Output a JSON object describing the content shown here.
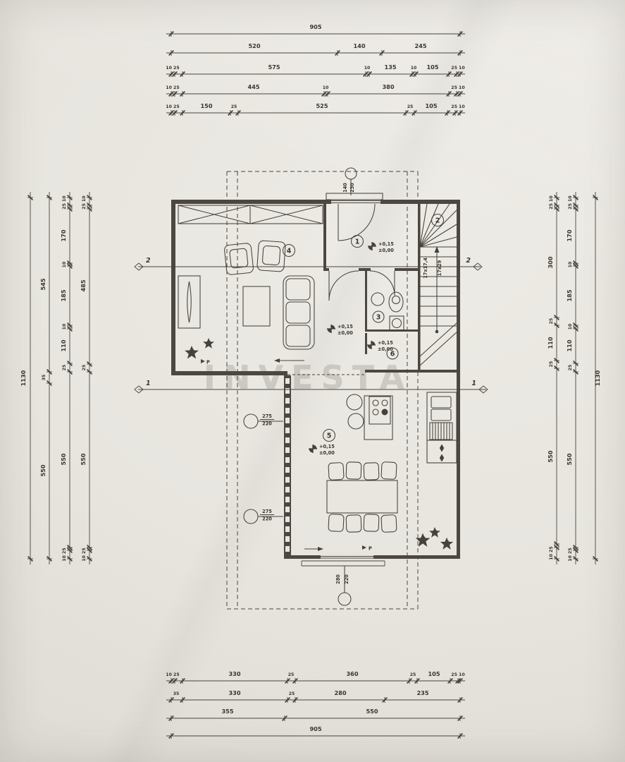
{
  "watermark": "INVESTA",
  "dims": {
    "top": {
      "overall": "905",
      "row2": [
        "520",
        "140",
        "245"
      ],
      "row3": [
        "10 25",
        "575",
        "10",
        "135",
        "10",
        "105",
        "25 10"
      ],
      "row4": [
        "10 25",
        "445",
        "10",
        "380",
        "25 10"
      ],
      "row5": [
        "10 25",
        "150",
        "25",
        "525",
        "25",
        "105",
        "25 10"
      ]
    },
    "bottom": {
      "row1": [
        "10 25",
        "330",
        "25",
        "360",
        "25",
        "105",
        "25 10"
      ],
      "row2": [
        "35",
        "330",
        "25",
        "280",
        "235"
      ],
      "row3": [
        "355",
        "550"
      ],
      "overall": "905"
    },
    "left": {
      "overall": "1130",
      "chainA": [
        "545",
        "35",
        "550"
      ],
      "chainB": [
        "25 10",
        "170",
        "10",
        "185",
        "10",
        "110",
        "25",
        "550",
        "10 25"
      ],
      "chainC": [
        "25 10",
        "485",
        "25",
        "550",
        "10 25"
      ]
    },
    "right": {
      "overall": "1130",
      "chain1": [
        "25 10",
        "300",
        "25",
        "110",
        "25",
        "550",
        "10 25"
      ],
      "chain2": [
        "25 10",
        "170",
        "10",
        "185",
        "10",
        "110",
        "25",
        "550",
        "10 25"
      ]
    }
  },
  "plan": {
    "rooms": [
      "1",
      "2",
      "3",
      "4",
      "5",
      "6"
    ],
    "level": {
      "line1": "+0,15",
      "line2": "±0,00"
    },
    "stairs": {
      "label1": "17x17,4",
      "label2": "17x29"
    },
    "openings": {
      "top": {
        "w": "140",
        "h": "230"
      },
      "window_left": {
        "w": "275",
        "h": "220"
      },
      "bottom": {
        "w": "280",
        "h": "220"
      }
    },
    "sections": {
      "one": "1",
      "two": "2"
    },
    "door_mark": "P"
  }
}
